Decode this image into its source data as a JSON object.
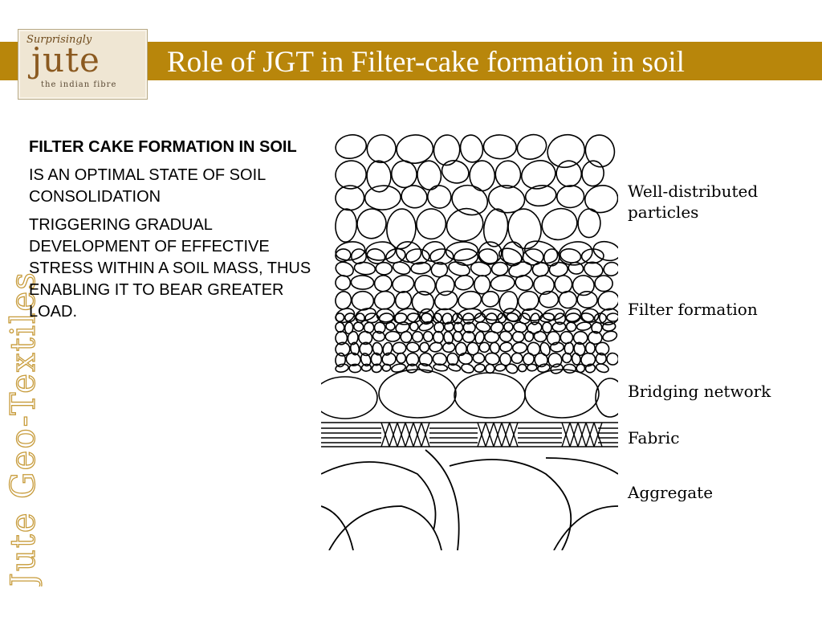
{
  "header": {
    "title": "Role of JGT  in Filter-cake formation in soil"
  },
  "logo": {
    "top_text": "Surprisingly",
    "main_text": "jute",
    "sub_text": "the indian fibre"
  },
  "watermark": "Jute Geo-Textiles",
  "body": {
    "heading": "FILTER CAKE FORMATION IN SOIL",
    "paragraphs": [
      "IS AN OPTIMAL STATE OF SOIL CONSOLIDATION",
      "TRIGGERING GRADUAL DEVELOPMENT OF EFFECTIVE STRESS WITHIN A SOIL MASS, THUS ENABLING IT TO BEAR GREATER LOAD."
    ]
  },
  "diagram": {
    "labels": [
      "Well-distributed\nparticles",
      "Filter formation",
      "Bridging network",
      "Fabric",
      "Aggregate"
    ]
  },
  "colors": {
    "header_band": "#b8860b",
    "watermark": "#c79b3a"
  }
}
